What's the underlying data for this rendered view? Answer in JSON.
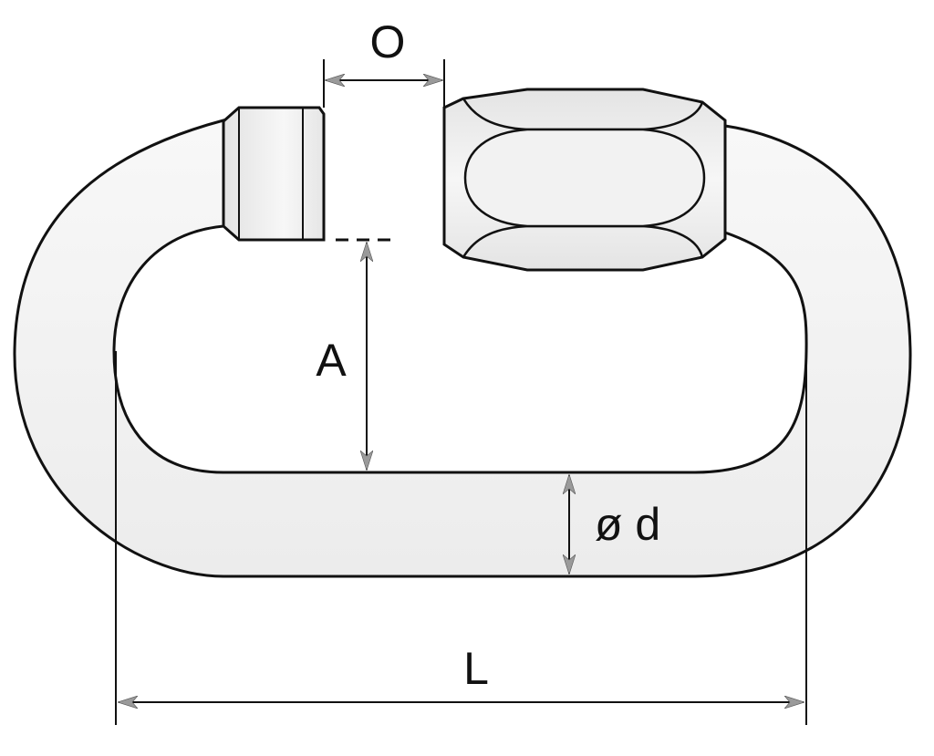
{
  "labels": {
    "opening": "O",
    "inner_height": "A",
    "diameter": "ø d",
    "length": "L"
  },
  "colors": {
    "outline": "#111111",
    "fill_light": "#f4f4f4",
    "fill_mid": "#e6e6e6",
    "arrow_head": "#9a9a9a"
  }
}
